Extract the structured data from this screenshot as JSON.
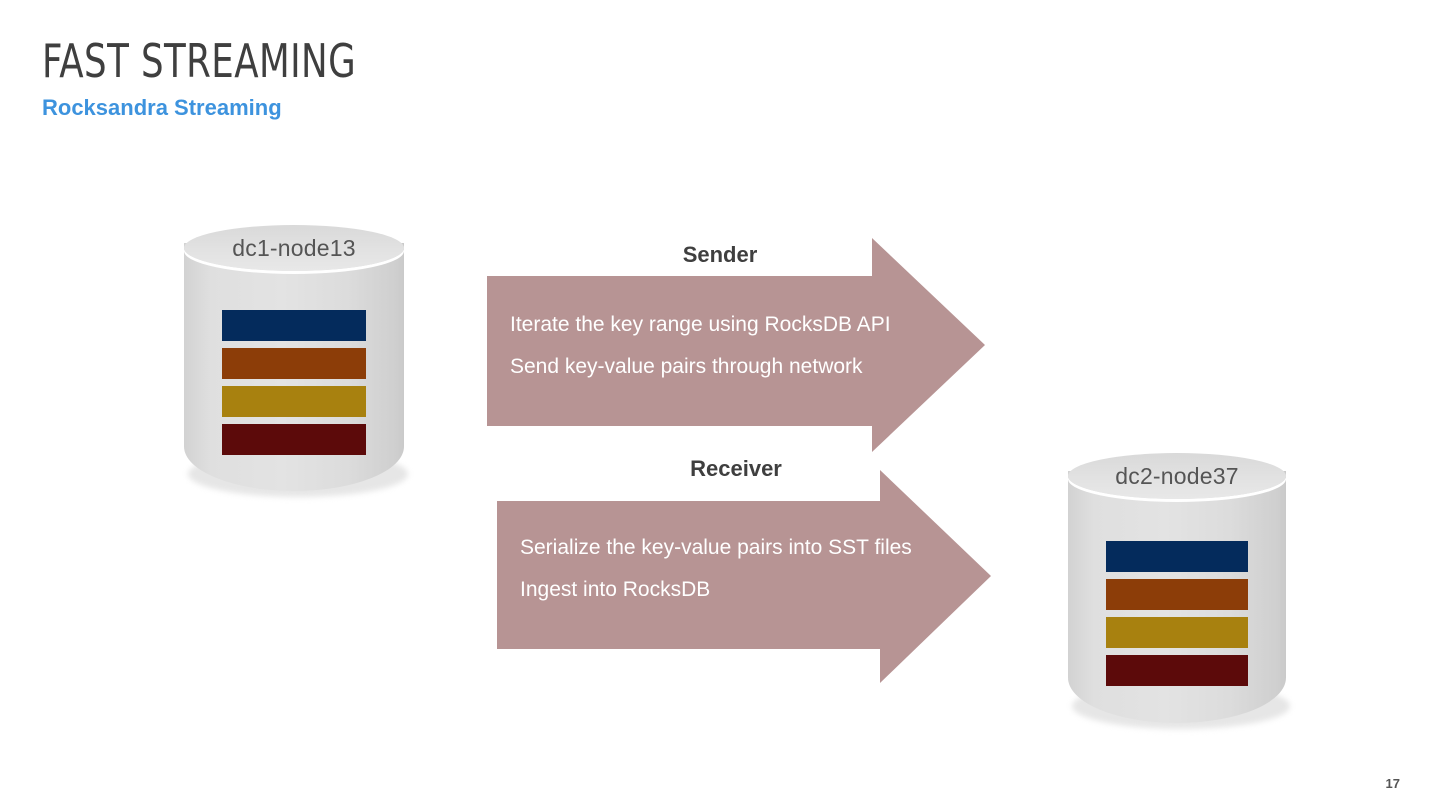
{
  "slide": {
    "title": "FAST STREAMING",
    "subtitle": "Rocksandra Streaming",
    "page_number": "17",
    "background_color": "#ffffff"
  },
  "colors": {
    "title": "#3f3f3f",
    "subtitle": "#3d93de",
    "arrow_fill": "#b79494",
    "arrow_text": "#ffffff",
    "cylinder_body": "#dcdcdc",
    "cylinder_label": "#555555",
    "band_navy": "#042b5c",
    "band_orange": "#8c3d08",
    "band_gold": "#a8810f",
    "band_maroon": "#5c0a0a"
  },
  "nodes": {
    "source": {
      "label": "dc1-node13",
      "bands": [
        {
          "name": "band-navy",
          "color": "#042b5c"
        },
        {
          "name": "band-orange",
          "color": "#8c3d08"
        },
        {
          "name": "band-gold",
          "color": "#a8810f"
        },
        {
          "name": "band-maroon",
          "color": "#5c0a0a"
        }
      ]
    },
    "destination": {
      "label": "dc2-node37",
      "bands": [
        {
          "name": "band-navy",
          "color": "#042b5c"
        },
        {
          "name": "band-orange",
          "color": "#8c3d08"
        },
        {
          "name": "band-gold",
          "color": "#a8810f"
        },
        {
          "name": "band-maroon",
          "color": "#5c0a0a"
        }
      ]
    }
  },
  "flows": [
    {
      "id": "sender",
      "heading": "Sender",
      "lines": [
        "Iterate the key range using RocksDB API",
        "Send key-value pairs through network"
      ]
    },
    {
      "id": "receiver",
      "heading": "Receiver",
      "lines": [
        "Serialize the key-value pairs into SST files",
        "Ingest into RocksDB"
      ]
    }
  ]
}
